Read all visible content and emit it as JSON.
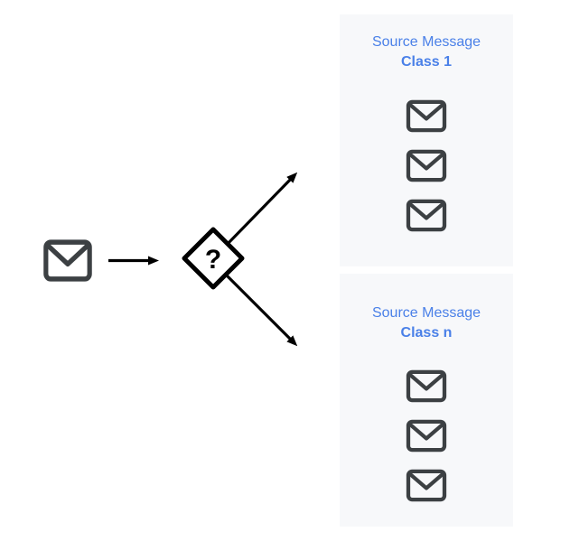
{
  "diagram": {
    "router_symbol": "?",
    "panels": [
      {
        "title": "Source Message",
        "class_label": "Class 1",
        "message_count": 3
      },
      {
        "title": "Source Message",
        "class_label": "Class n",
        "message_count": 3
      }
    ],
    "colors": {
      "panel_bg": "#f7f8fa",
      "title_blue": "#4a80e8",
      "envelope_gray": "#3c4043",
      "arrow_black": "#000000"
    }
  }
}
